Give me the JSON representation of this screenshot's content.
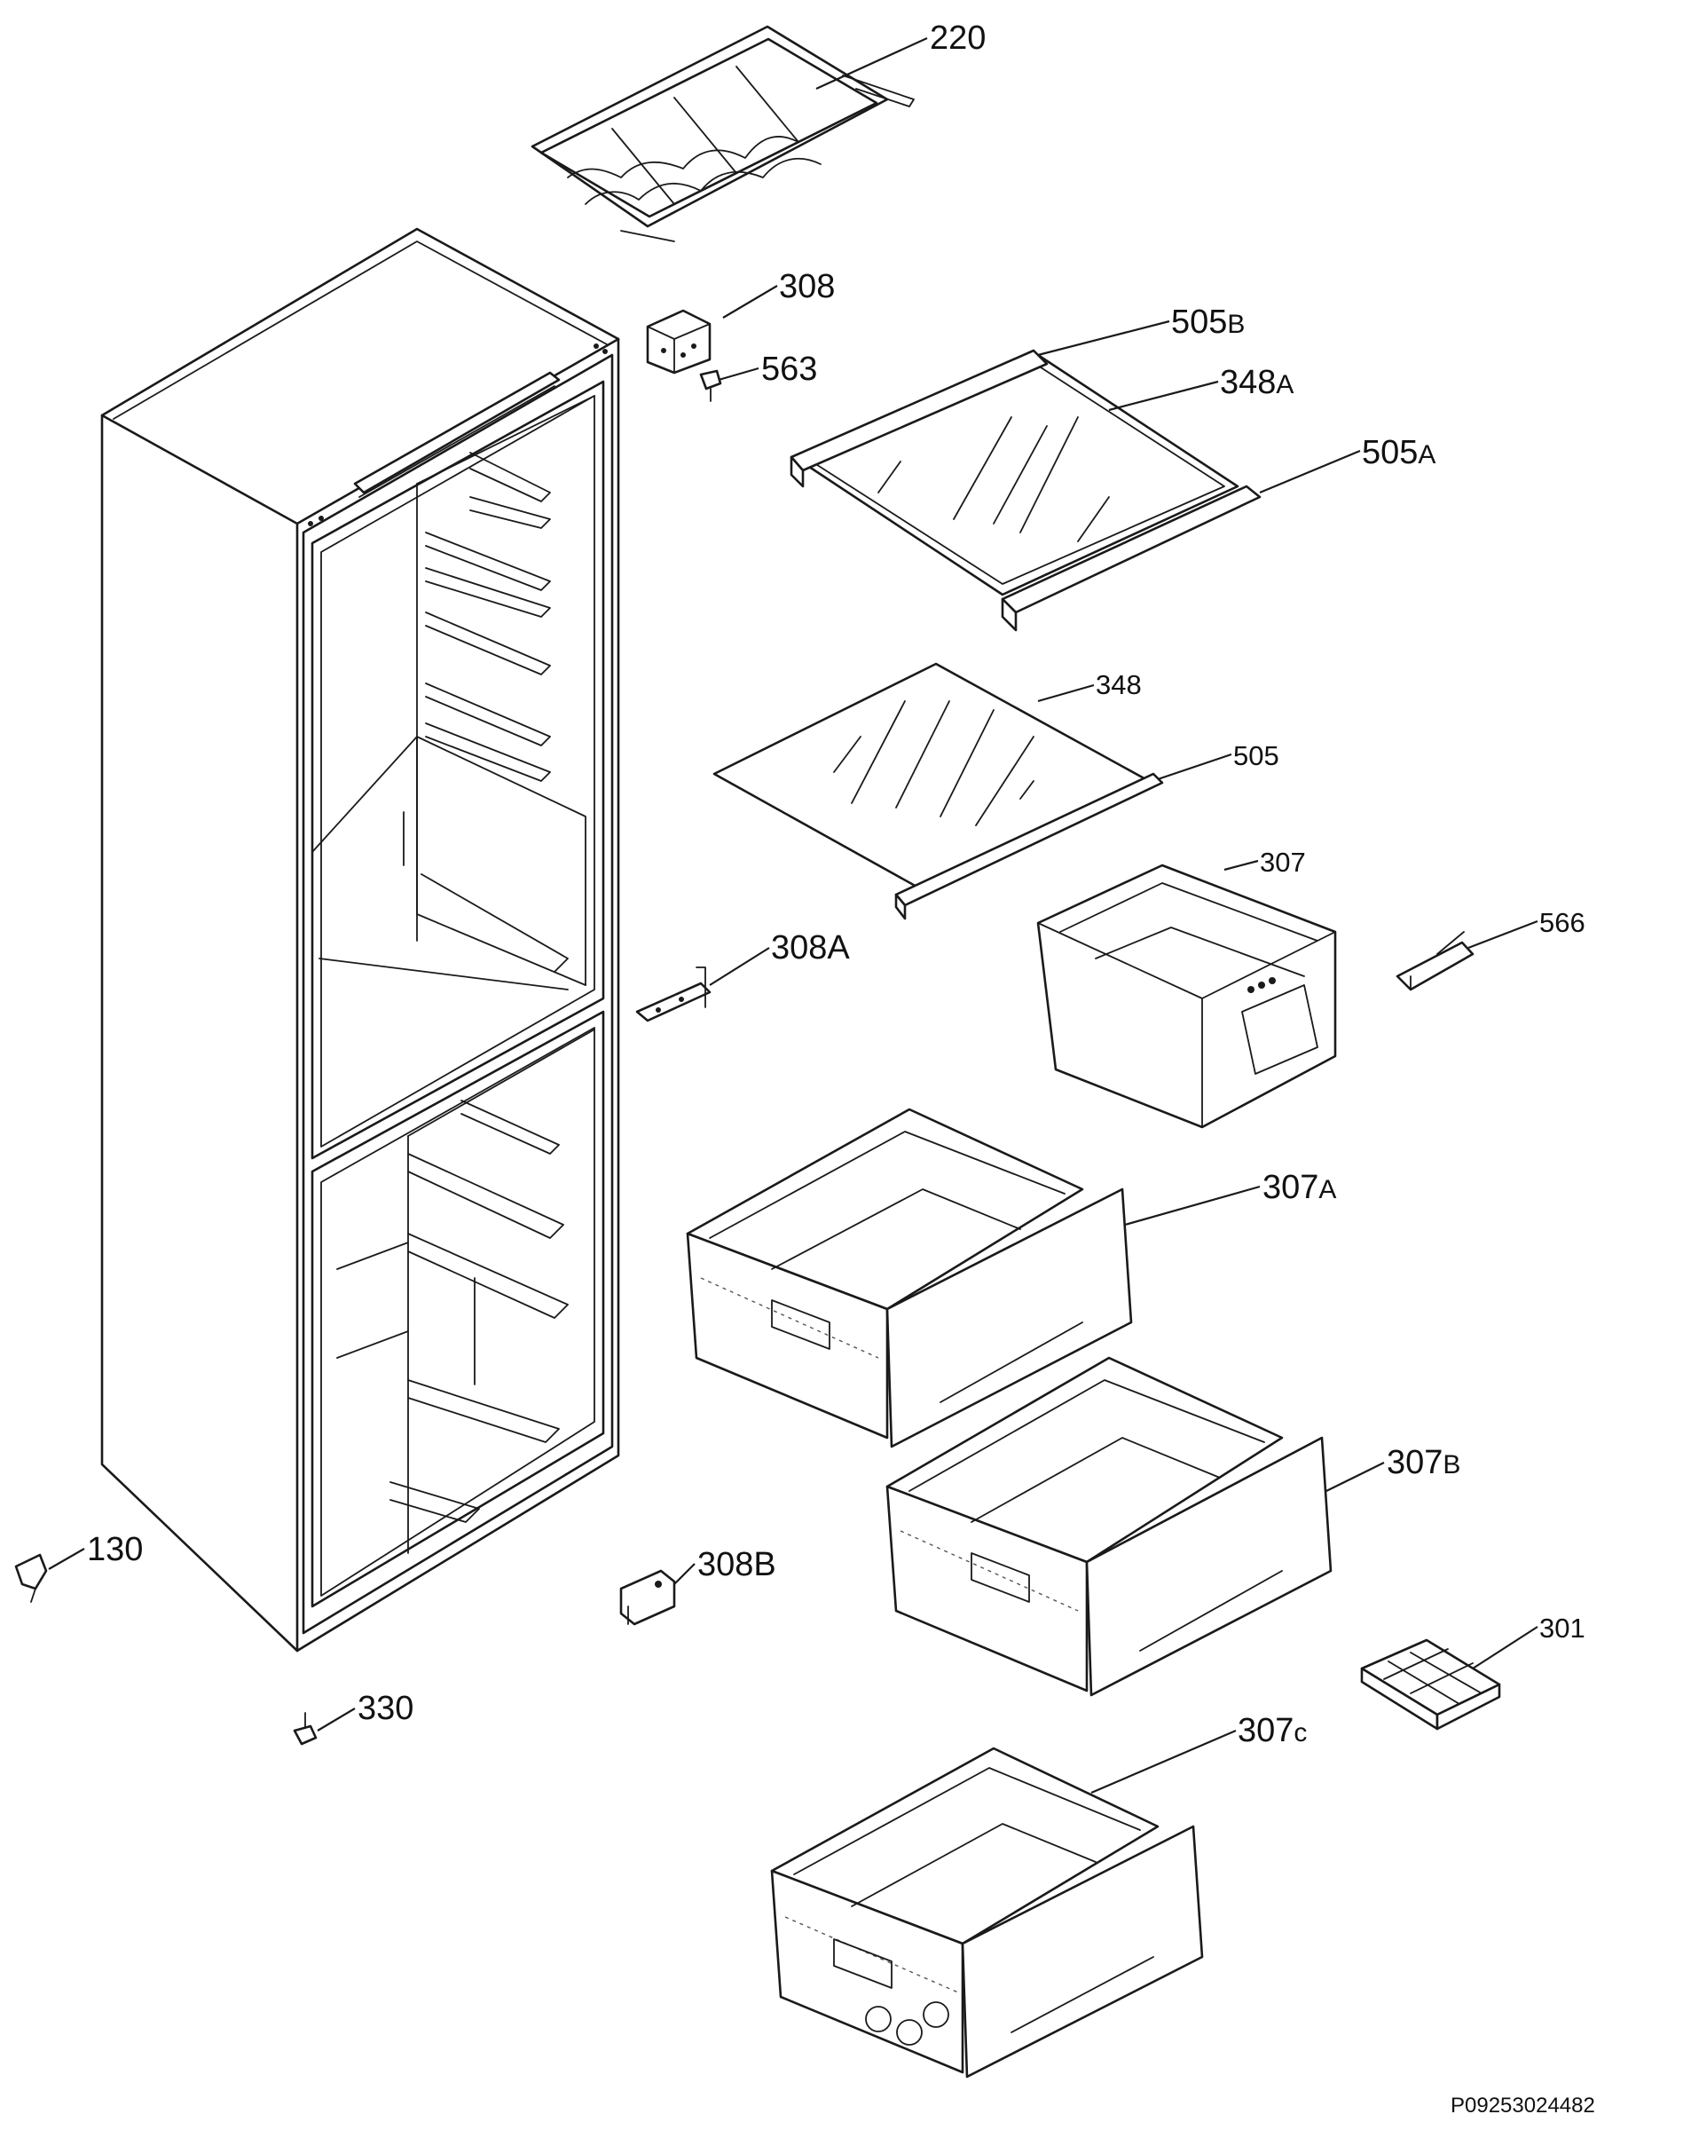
{
  "callouts": {
    "p220": {
      "num": "220",
      "sfx": ""
    },
    "p308": {
      "num": "308",
      "sfx": ""
    },
    "p563": {
      "num": "563",
      "sfx": ""
    },
    "p505B": {
      "num": "505",
      "sfx": "B"
    },
    "p348A": {
      "num": "348",
      "sfx": "A"
    },
    "p505A": {
      "num": "505",
      "sfx": "A"
    },
    "p348": {
      "num": "348",
      "sfx": ""
    },
    "p505": {
      "num": "505",
      "sfx": ""
    },
    "p307": {
      "num": "307",
      "sfx": ""
    },
    "p566": {
      "num": "566",
      "sfx": ""
    },
    "p308A": {
      "num": "308A",
      "sfx": ""
    },
    "p307A": {
      "num": "307",
      "sfx": "A"
    },
    "p307B": {
      "num": "307",
      "sfx": "B"
    },
    "p130": {
      "num": "130",
      "sfx": ""
    },
    "p308B": {
      "num": "308B",
      "sfx": ""
    },
    "p301": {
      "num": "301",
      "sfx": ""
    },
    "p330": {
      "num": "330",
      "sfx": ""
    },
    "p307C": {
      "num": "307",
      "sfx": "c"
    }
  },
  "drawing_code": "P09253024482"
}
